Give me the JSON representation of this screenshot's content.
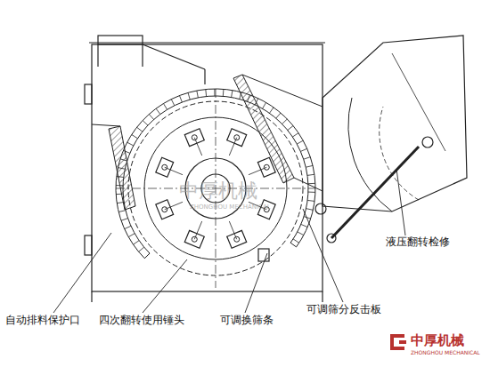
{
  "diagram": {
    "labels": [
      "液压翻转检修",
      "自动排料保护口",
      "四次翻转使用锤头",
      "可调换筛条",
      "可调筛分反击板",
      "中厚机械",
      "ZHONGHOU MECHANICAL",
      "中厚机械",
      "ZHONGHOU MECHANICAL"
    ]
  }
}
